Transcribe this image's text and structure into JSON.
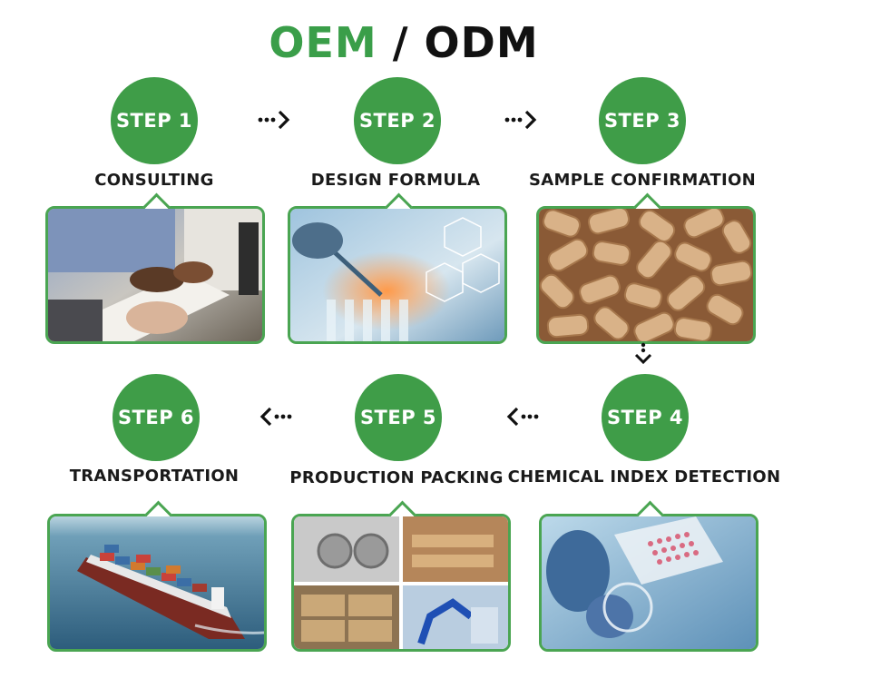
{
  "title": {
    "part1": "OEM",
    "separator": " / ",
    "part2": "ODM"
  },
  "steps": [
    {
      "badge": "STEP 1",
      "label": "CONSULTING",
      "image": "business-handshake-paperwork"
    },
    {
      "badge": "STEP 2",
      "label": "DESIGN FORMULA",
      "image": "lab-test-tubes-molecules"
    },
    {
      "badge": "STEP 3",
      "label": "SAMPLE CONFIRMATION",
      "image": "wood-pellets"
    },
    {
      "badge": "STEP 4",
      "label": "CHEMICAL INDEX DETECTION",
      "image": "lab-microplate-gloves"
    },
    {
      "badge": "STEP 5",
      "label": "PRODUCTION PACKING",
      "image": "factory-production-collage"
    },
    {
      "badge": "STEP 6",
      "label": "TRANSPORTATION",
      "image": "container-ship"
    }
  ],
  "colors": {
    "accent": "#3f9d48",
    "title_dark": "#111111",
    "border": "#4aa552"
  },
  "icons": [
    "dotted-arrow-right-icon",
    "dotted-arrow-left-icon",
    "dotted-arrow-down-icon"
  ]
}
